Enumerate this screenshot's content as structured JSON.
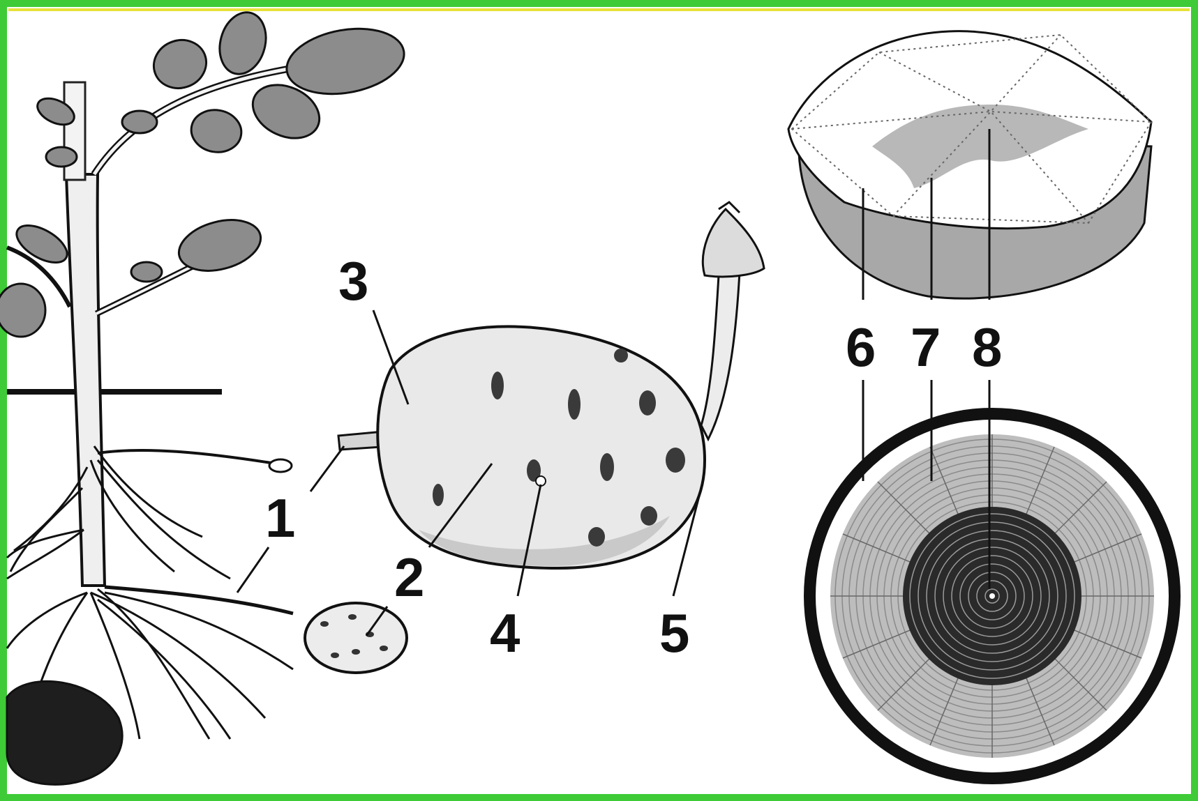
{
  "colors": {
    "frame_outer": "#3ecb37",
    "frame_inner": "#e8e23a",
    "ink": "#111111",
    "tuber_fill": "#e9e9e9",
    "leaf_fill": "#8c8c8c",
    "heartwood": "#2a2a2a",
    "sapwood": "#bdbdbd"
  },
  "labels": {
    "l1": "1",
    "l2": "2",
    "l3": "3",
    "l4": "4",
    "l5": "5",
    "l6": "6",
    "l7": "7",
    "l8": "8"
  },
  "icons": {
    "plant": "potato-plant-illustration",
    "tuber": "sprouting-tuber-illustration",
    "stem_cut": "stem-slice-illustration",
    "wood_section": "tree-cross-section-illustration"
  }
}
